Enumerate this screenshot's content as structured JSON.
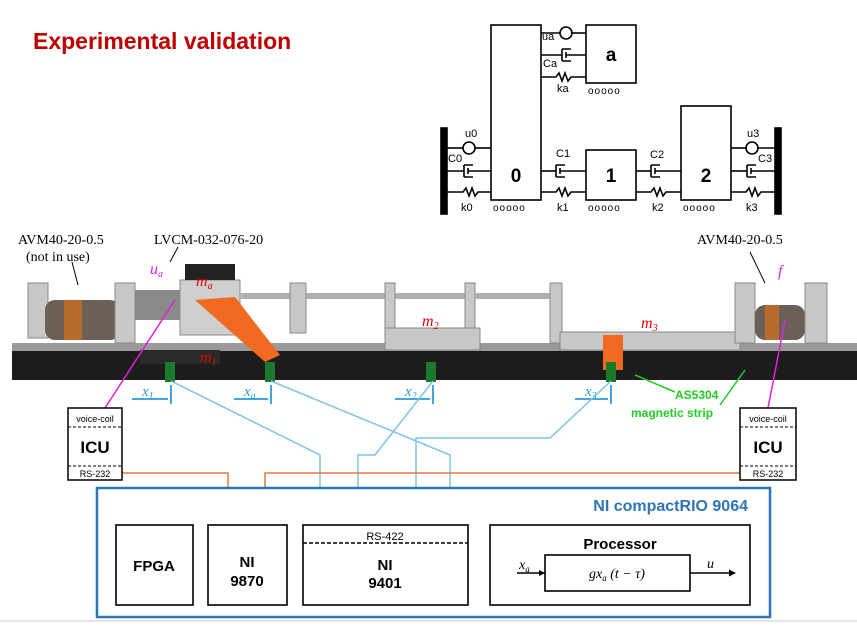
{
  "title": "Experimental validation",
  "colors": {
    "title": "#C00000",
    "crio": "#2E75B6",
    "wire_orange": "#E07B39",
    "wire_blue": "#7EC3E6",
    "magenta": "#E020E0",
    "green": "#22CC22",
    "part_orange": "#F26A21"
  },
  "model": {
    "masses": [
      "0",
      "1",
      "2",
      "a"
    ],
    "labels": {
      "u0": "u0",
      "ua": "ua",
      "u3": "u3",
      "c0": "C0",
      "ca": "Ca",
      "c1": "C1",
      "c2": "C2",
      "c3": "C3",
      "k0": "k0",
      "ka": "ka",
      "k1": "k1",
      "k2": "k2",
      "k3": "k3"
    },
    "rollers": "ooooo"
  },
  "photo": {
    "avm_left": "AVM40-20-0.5",
    "avm_left_note": "(not in use)",
    "lvcm": "LVCM-032-076-20",
    "avm_right": "AVM40-20-0.5",
    "ua": "u",
    "ua_sub": "a",
    "f": "f",
    "ma": "m",
    "ma_sub": "a",
    "m1": "m",
    "m1_sub": "1",
    "m2": "m",
    "m2_sub": "2",
    "m3": "m",
    "m3_sub": "3",
    "x1": "x",
    "x1_sub": "1",
    "xa": "x",
    "xa_sub": "a",
    "x2": "x",
    "x2_sub": "2",
    "x3": "x",
    "x3_sub": "3",
    "sensor": "AS5304",
    "strip": "magnetic strip"
  },
  "icu_left": {
    "top": "voice-coil",
    "name": "ICU",
    "bottom": "RS-232"
  },
  "icu_right": {
    "top": "voice-coil",
    "name": "ICU",
    "bottom": "RS-232"
  },
  "crio": {
    "title": "NI compactRIO 9064",
    "fpga": "FPGA",
    "ni9870_a": "NI",
    "ni9870_b": "9870",
    "rs422": "RS-422",
    "ni9401_a": "NI",
    "ni9401_b": "9401",
    "processor": "Processor",
    "in": "x",
    "in_sub": "a",
    "out": "u",
    "func": "gx",
    "func_sub": "a",
    "func_arg": " (t − τ)"
  }
}
